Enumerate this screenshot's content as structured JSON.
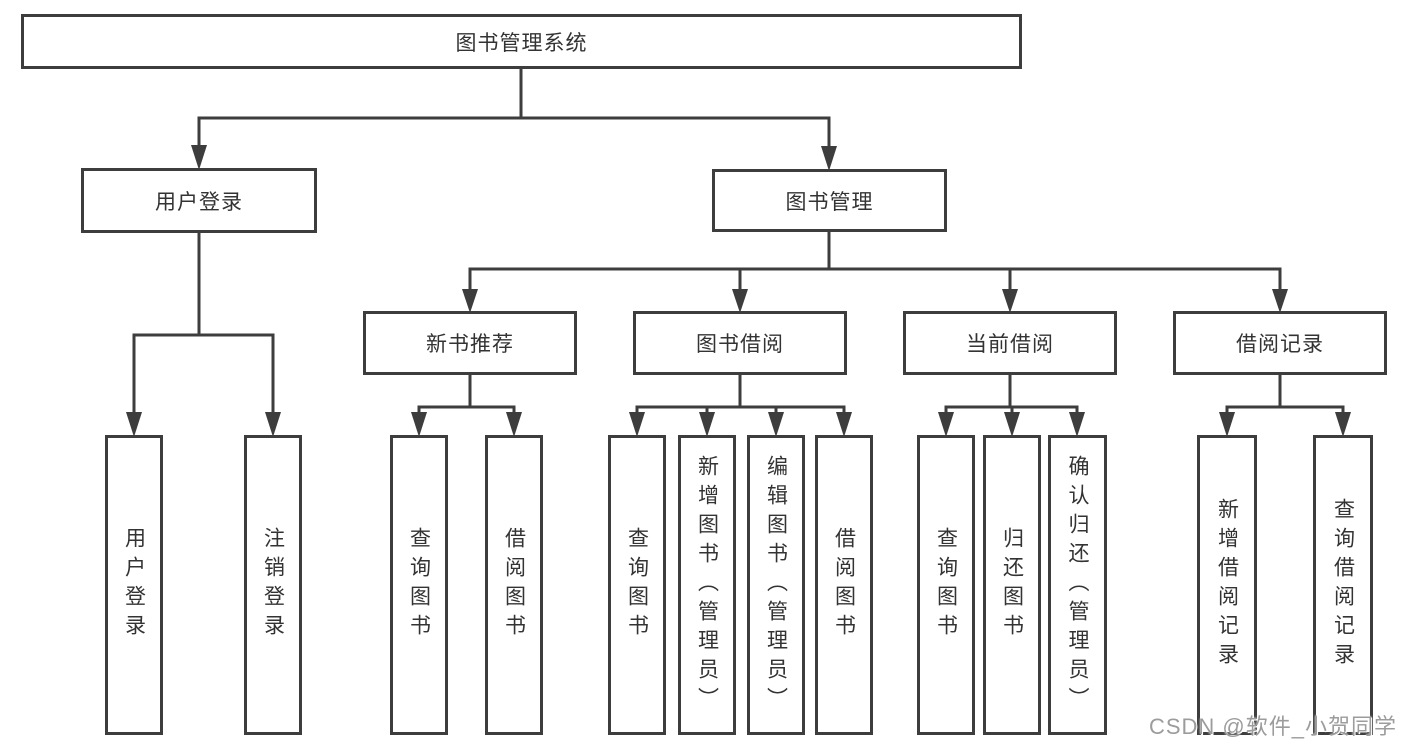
{
  "diagram": {
    "type": "hierarchy-tree",
    "colors": {
      "line": "#3d3d3d",
      "border": "#3d3d3d",
      "text": "#333333",
      "background": "#ffffff",
      "watermark_text": "#9c9c9c"
    },
    "nodes": {
      "root": {
        "label": "图书管理系统"
      },
      "user_login": {
        "label": "用户登录"
      },
      "book_mgmt": {
        "label": "图书管理"
      },
      "new_book_rec": {
        "label": "新书推荐"
      },
      "book_borrow": {
        "label": "图书借阅"
      },
      "current_borrow": {
        "label": "当前借阅"
      },
      "borrow_records": {
        "label": "借阅记录"
      },
      "leaf_user_login": {
        "label": "用户登录"
      },
      "leaf_logout": {
        "label": "注销登录"
      },
      "leaf_rec_query": {
        "label": "查询图书"
      },
      "leaf_rec_borrow": {
        "label": "借阅图书"
      },
      "leaf_bb_query": {
        "label": "查询图书"
      },
      "leaf_bb_add": {
        "label": "新增图书（管理员）"
      },
      "leaf_bb_edit": {
        "label": "编辑图书（管理员）"
      },
      "leaf_bb_borrow": {
        "label": "借阅图书"
      },
      "leaf_cb_query": {
        "label": "查询图书"
      },
      "leaf_cb_return": {
        "label": "归还图书"
      },
      "leaf_cb_confirm": {
        "label": "确认归还（管理员）"
      },
      "leaf_br_add": {
        "label": "新增借阅记录"
      },
      "leaf_br_query": {
        "label": "查询借阅记录"
      }
    },
    "hierarchy": {
      "root": [
        "user_login",
        "book_mgmt"
      ],
      "user_login": [
        "leaf_user_login",
        "leaf_logout"
      ],
      "book_mgmt": [
        "new_book_rec",
        "book_borrow",
        "current_borrow",
        "borrow_records"
      ],
      "new_book_rec": [
        "leaf_rec_query",
        "leaf_rec_borrow"
      ],
      "book_borrow": [
        "leaf_bb_query",
        "leaf_bb_add",
        "leaf_bb_edit",
        "leaf_bb_borrow"
      ],
      "current_borrow": [
        "leaf_cb_query",
        "leaf_cb_return",
        "leaf_cb_confirm"
      ],
      "borrow_records": [
        "leaf_br_add",
        "leaf_br_query"
      ]
    }
  },
  "watermark": {
    "text": "CSDN @软件_小贺同学"
  }
}
